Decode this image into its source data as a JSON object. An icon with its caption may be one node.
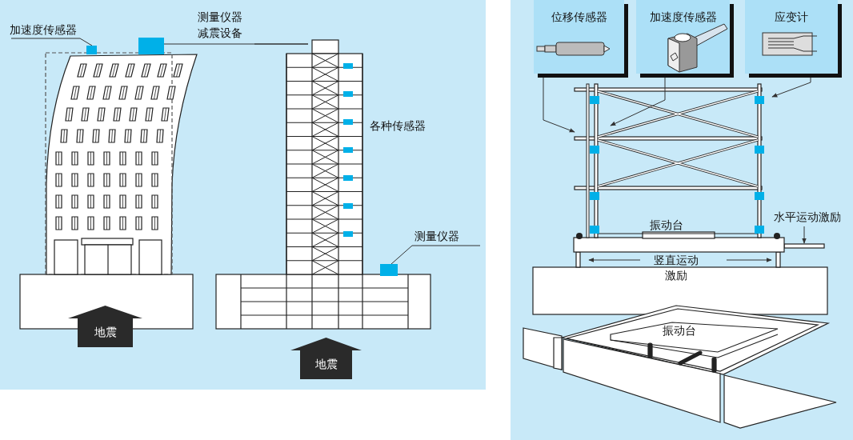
{
  "diagram": {
    "nodes": [
      {
        "text": [
          "加速度传感器"
        ]
      },
      {
        "text": [],
        "shape": "box"
      },
      {
        "text": [
          "测量仪器",
          "减震设备"
        ]
      },
      {
        "text": [],
        "shape": "box"
      },
      {
        "text": [
          "测量仪器"
        ]
      },
      {
        "text": [],
        "shape": "box"
      },
      {
        "text": [
          "地震"
        ]
      },
      {
        "text": [
          "地震"
        ]
      },
      {
        "text": [
          "位移传感器"
        ]
      },
      {
        "text": [
          "加速度传感器"
        ]
      },
      {
        "text": [
          "应变计"
        ]
      },
      {
        "text": [
          "水平运动激励"
        ]
      }
    ],
    "edges": [
      {
        "from": 0,
        "to": 1,
        "arrow": "none"
      },
      {
        "from": 2,
        "to": 3,
        "arrow": "none"
      },
      {
        "from": 4,
        "to": 5,
        "arrow": "none"
      },
      {
        "from": 8,
        "to": null,
        "arrow": "to"
      },
      {
        "from": 9,
        "to": null,
        "arrow": "to"
      },
      {
        "from": 10,
        "to": null,
        "arrow": "to"
      },
      {
        "from": 11,
        "to": null,
        "arrow": "to"
      }
    ],
    "labels": [
      "各种传感器",
      "振动台",
      "竖直运动激励",
      "振动台"
    ]
  }
}
